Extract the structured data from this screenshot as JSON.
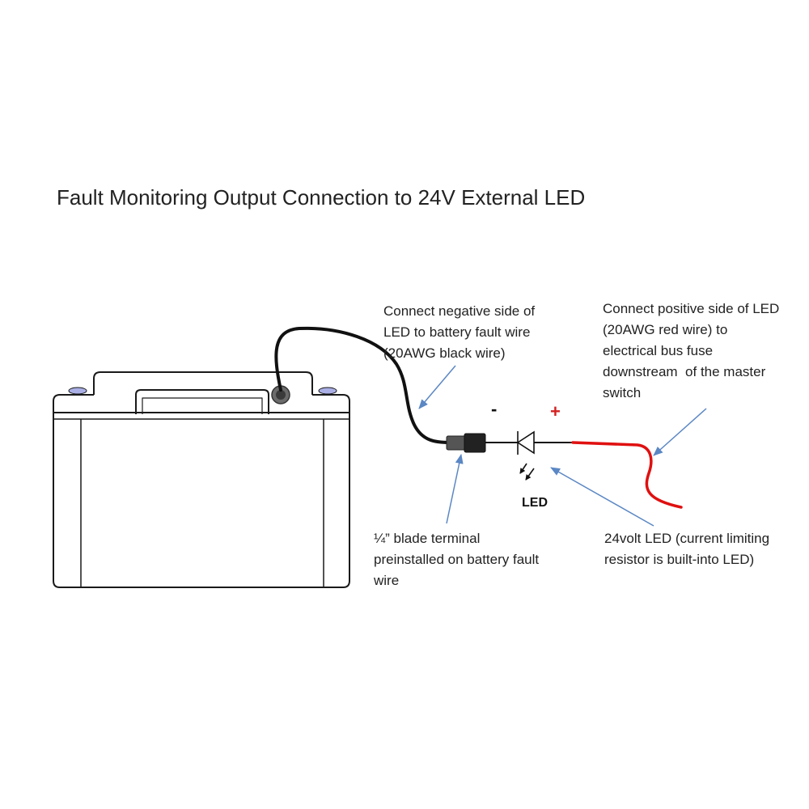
{
  "title": "Fault Monitoring Output Connection to 24V External LED",
  "polarity": {
    "negative": "-",
    "positive": "+"
  },
  "led_label": "LED",
  "callouts": {
    "negative_side": [
      "Connect negative side of",
      "LED to battery fault wire",
      "(20AWG black wire)"
    ],
    "positive_side": [
      "Connect positive side of LED",
      "(20AWG red wire) to",
      "electrical bus fuse",
      "downstream  of the master",
      "switch"
    ],
    "blade_terminal": [
      "¼” blade terminal",
      "preinstalled on battery fault",
      "wire"
    ],
    "led_note": [
      "24volt LED (current limiting",
      "resistor is built-into LED)"
    ]
  },
  "colors": {
    "outline": "#1a1a1a",
    "black_wire": "#111111",
    "red_wire": "#e01010",
    "arrow": "#5b87c4",
    "terminal_posts": "#aab0e6",
    "positive_sign": "#d42020"
  }
}
